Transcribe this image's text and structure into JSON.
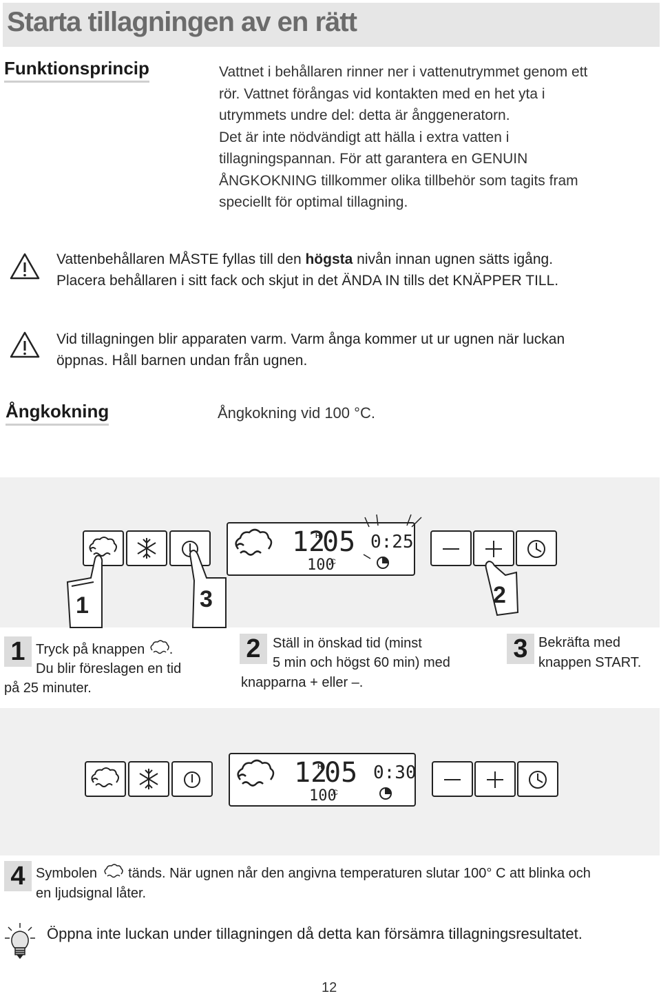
{
  "title": "Starta tillagningen av en rätt",
  "section1": {
    "heading": "Funktionsprincip",
    "lines": [
      "Vattnet i behållaren rinner ner i vattenutrymmet genom ett",
      "rör. Vattnet förångas vid kontakten med en het yta i",
      "utrymmets undre del: detta är ånggeneratorn.",
      "Det är inte nödvändigt att hälla i extra vatten i",
      "tillagningspannan. För att garantera en GENUIN",
      "ÅNGKOKNING tillkommer olika tillbehör som tagits fram",
      "speciellt för optimal tillagning."
    ]
  },
  "warning1": {
    "part1": "Vattenbehållaren MÅSTE fyllas till den ",
    "bold": "högsta",
    "part2": " nivån innan ugnen sätts igång.",
    "line2": "Placera behållaren i sitt fack och skjut in det ÄNDA IN tills det KNÄPPER TILL."
  },
  "warning2": {
    "line1": "Vid tillagningen blir apparaten varm. Varm ånga kommer ut ur ugnen när luckan",
    "line2": "öppnas. Håll barnen undan från ugnen."
  },
  "section2": {
    "heading": "Ångkokning",
    "text": "Ångkokning vid 100 °C."
  },
  "panel1": {
    "display_time_h": "12",
    "display_time_m": "05",
    "display_temp": "100",
    "display_unit": "C",
    "display_timer": "0:25",
    "callouts": [
      "1",
      "3",
      "2"
    ]
  },
  "steps": [
    {
      "num": "1",
      "text_a": "Tryck på knappen",
      "text_b": ".",
      "text_c": "Du blir föreslagen en tid",
      "text_d": "på 25 minuter."
    },
    {
      "num": "2",
      "text_a": "Ställ in önskad tid (minst",
      "text_b": "5 min och högst 60 min) med",
      "text_c": "knapparna + eller –."
    },
    {
      "num": "3",
      "text_a": "Bekräfta med",
      "text_b": "knappen START."
    }
  ],
  "panel2": {
    "display_time_h": "12",
    "display_time_m": "05",
    "display_temp": "100",
    "display_unit": "C",
    "display_timer": "0:30"
  },
  "step4": {
    "num": "4",
    "text_a": "Symbolen",
    "text_b": "tänds. När ugnen når den angivna temperaturen slutar 100° C att blinka och",
    "text_c": "en ljudsignal låter."
  },
  "tip": "Öppna inte luckan under tillagningen då detta kan försämra tillagningsresultatet.",
  "page_number": "12"
}
